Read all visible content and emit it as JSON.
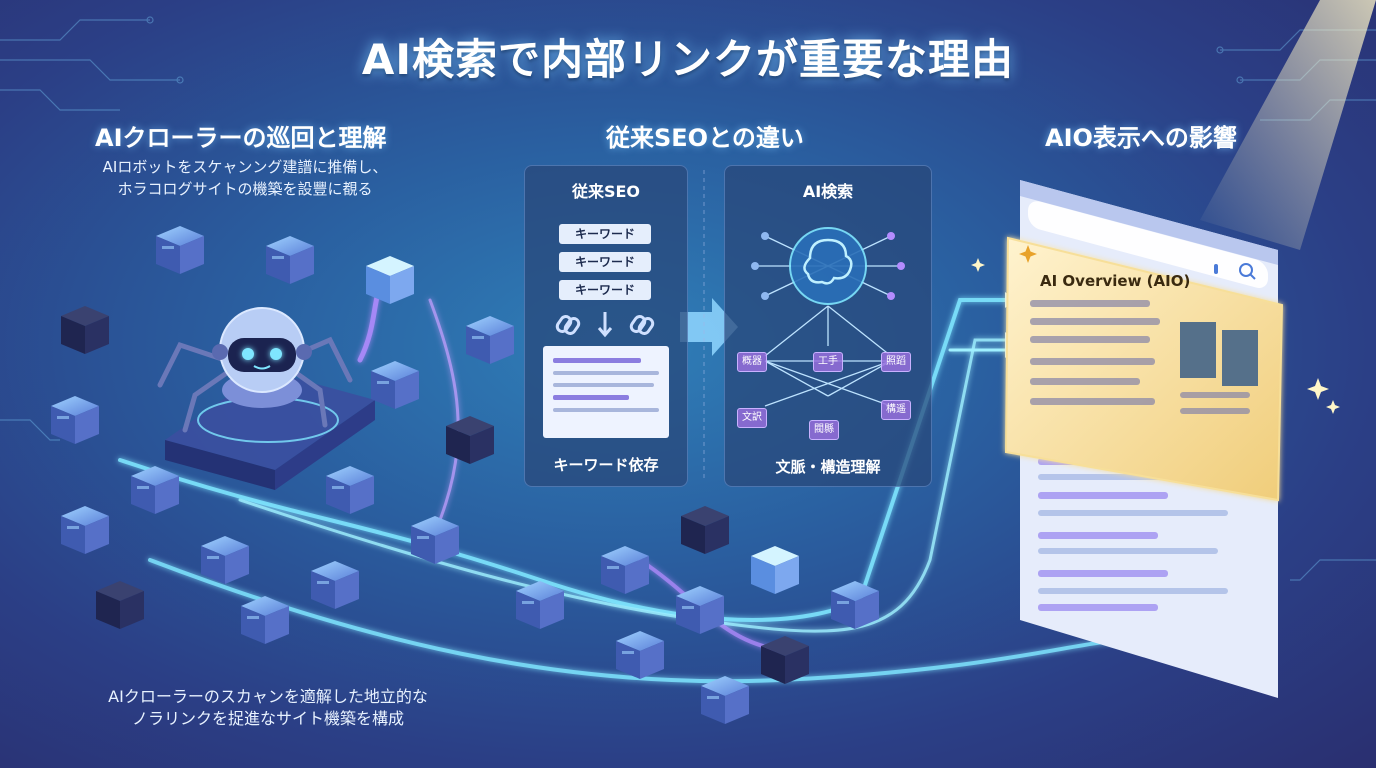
{
  "title": "AI検索で内部リンクが重要な理由",
  "left": {
    "title": "AIクローラーの巡回と理解",
    "desc_line1": "AIロボットをスケャンング建譜に推備し、",
    "desc_line2": "ホラコログサイトの機築を設豐に覩る",
    "bottom_line1": "AIクローラーのスカャンを適解した地立的な",
    "bottom_line2": "ノラリンクを捉進なサイト機築を構成"
  },
  "middle": {
    "title": "従来SEOとの違い",
    "traditional": {
      "title": "従来SEO",
      "keywords": [
        "キーワード",
        "キーワード",
        "キーワード"
      ],
      "caption": "キーワード依存"
    },
    "ai": {
      "title": "AI検索",
      "nodes": [
        "概器",
        "工手",
        "照蹈",
        "構遥",
        "文訳",
        "閥縣"
      ],
      "caption": "文脈・構造理解"
    }
  },
  "right": {
    "title": "AIO表示への影響",
    "aio_label": "AI Overview (AIO)"
  },
  "colors": {
    "accent_cyan": "#7fe6ff",
    "accent_purple": "#b48cff",
    "aio_gold": "#f2d486"
  }
}
